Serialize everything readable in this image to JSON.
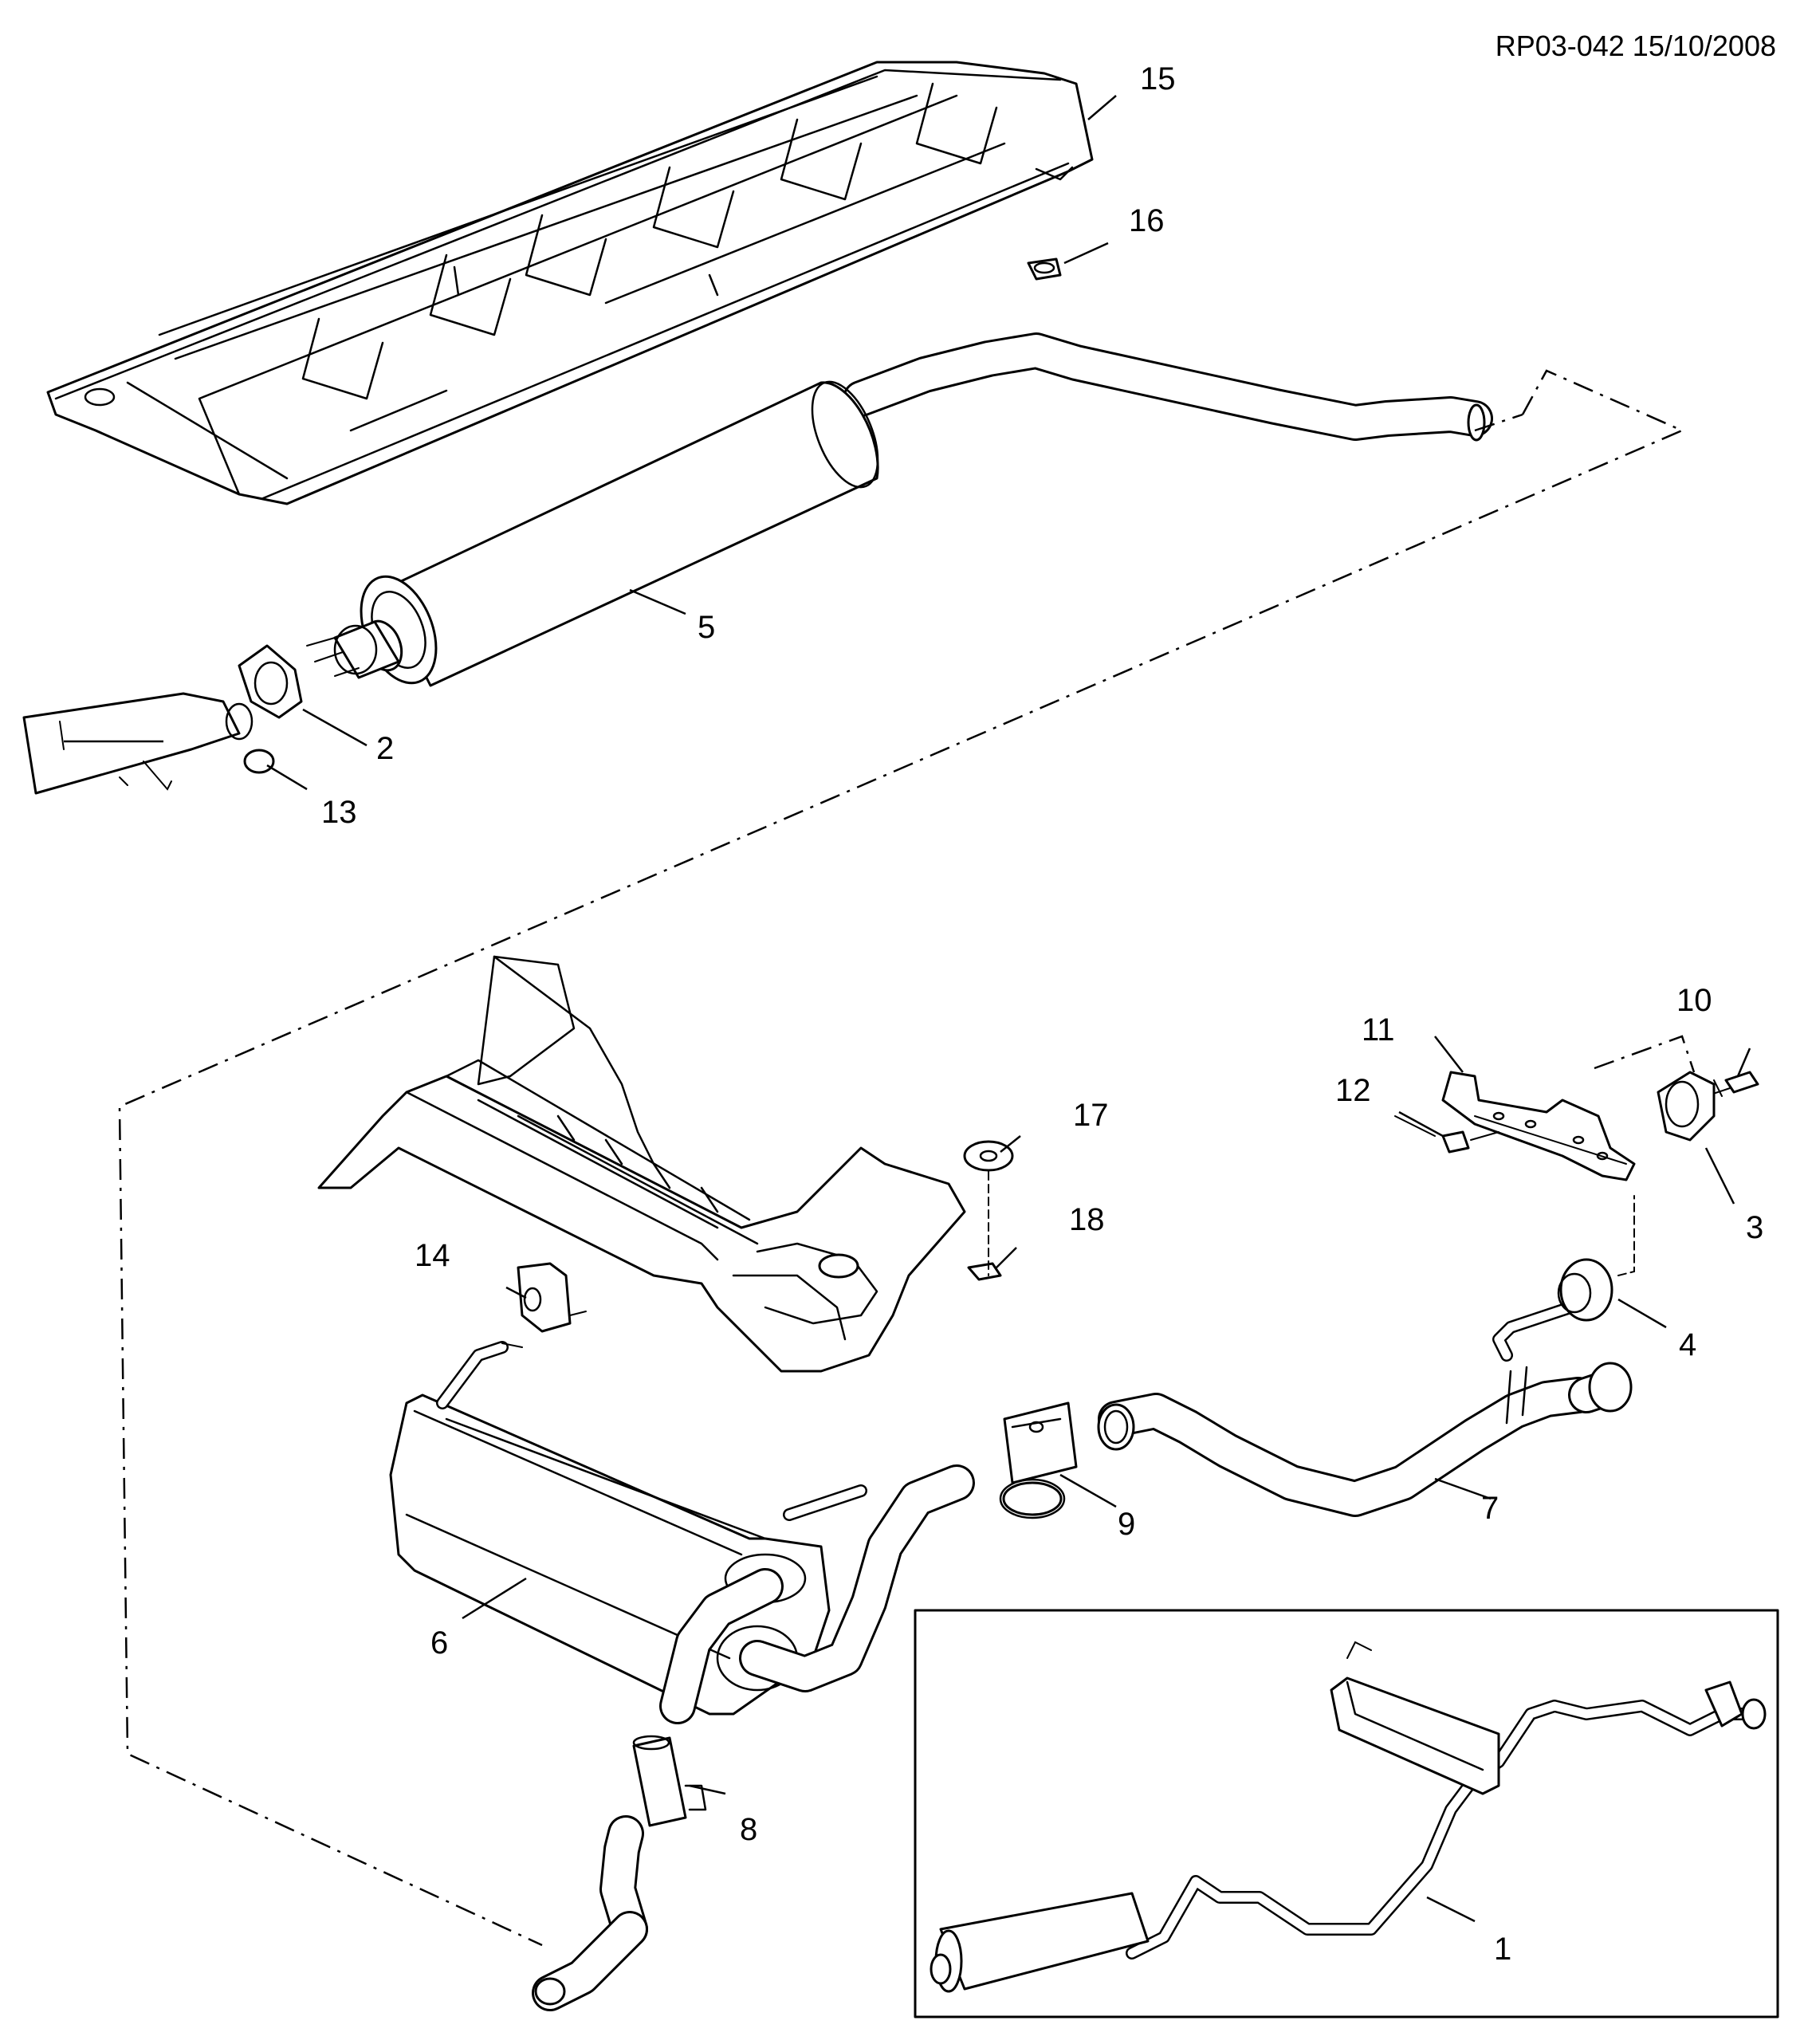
{
  "document": {
    "reference": "RP03-042 15/10/2008"
  },
  "parts": [
    {
      "id": "p1",
      "number": "1"
    },
    {
      "id": "p2",
      "number": "2"
    },
    {
      "id": "p3",
      "number": "3"
    },
    {
      "id": "p4",
      "number": "4"
    },
    {
      "id": "p5",
      "number": "5"
    },
    {
      "id": "p6",
      "number": "6"
    },
    {
      "id": "p7",
      "number": "7"
    },
    {
      "id": "p8",
      "number": "8"
    },
    {
      "id": "p9",
      "number": "9"
    },
    {
      "id": "p10",
      "number": "10"
    },
    {
      "id": "p11",
      "number": "11"
    },
    {
      "id": "p12",
      "number": "12"
    },
    {
      "id": "p13",
      "number": "13"
    },
    {
      "id": "p14",
      "number": "14"
    },
    {
      "id": "p15",
      "number": "15"
    },
    {
      "id": "p16",
      "number": "16"
    },
    {
      "id": "p17",
      "number": "17"
    },
    {
      "id": "p18",
      "number": "18"
    }
  ]
}
